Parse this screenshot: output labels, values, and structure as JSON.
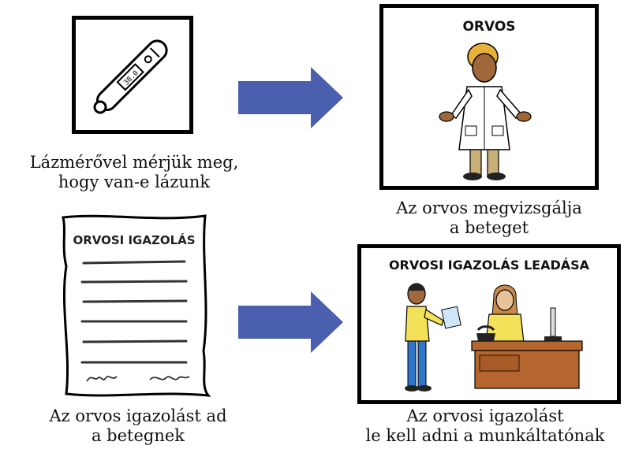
{
  "panels": {
    "thermometer": {
      "caption_line1": "Lázmérővel mérjük meg,",
      "caption_line2": "hogy van-e lázunk",
      "icon": "thermometer-icon"
    },
    "doctor": {
      "card_title": "ORVOS",
      "caption_line1": "Az orvos megvizsgálja",
      "caption_line2": "a beteget",
      "icon": "doctor-icon"
    },
    "certificate": {
      "document_title": "ORVOSI IGAZOLÁS",
      "caption_line1": "Az orvos igazolást ad",
      "caption_line2": "a betegnek",
      "icon": "document-icon"
    },
    "submission": {
      "card_title": "ORVOSI IGAZOLÁS LEADÁSA",
      "caption_line1": "Az orvosi igazolást",
      "caption_line2": "le kell adni a munkáltatónak",
      "icon": "office-desk-icon"
    }
  },
  "arrows": {
    "color": "#4a5fae",
    "icon": "arrow-right-icon"
  },
  "colors": {
    "border": "#000000",
    "skin": "#a0673a",
    "hair": "#e8b23a",
    "coat": "#ffffff",
    "shirt_yellow": "#f4e15a",
    "desk": "#b5652e",
    "jeans": "#2f76c9"
  }
}
